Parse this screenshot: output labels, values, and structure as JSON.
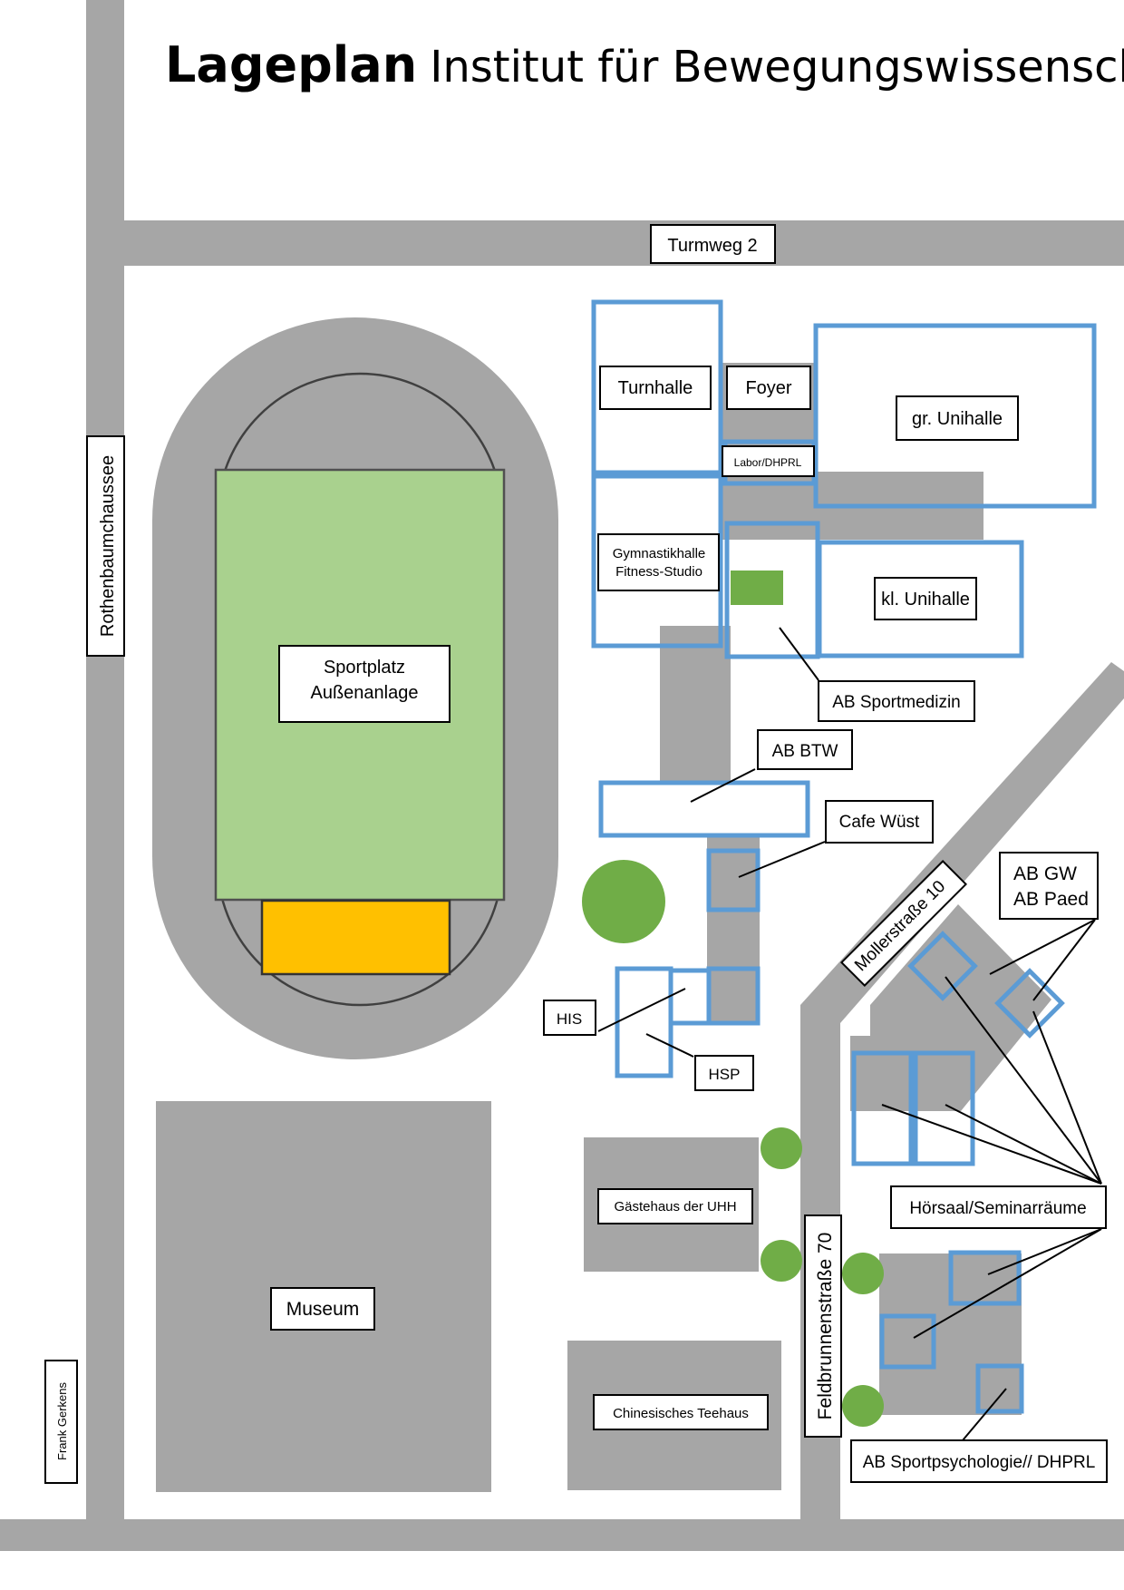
{
  "map": {
    "title_bold": "Lageplan",
    "title_rest": "Institut für Bewegungswissenschaft",
    "streets": {
      "turmweg": "Turmweg 2",
      "rothenbaumchaussee": "Rothenbaumchaussee",
      "mollerstrasse": "Mollerstraße 10",
      "feldbrunnenstrasse": "Feldbrunnenstraße 70"
    },
    "buildings": {
      "turnhalle": "Turnhalle",
      "foyer": "Foyer",
      "gr_unihalle": "gr. Unihalle",
      "labor": "Labor/DHPRL",
      "gymnastik_1": "Gymnastikhalle",
      "gymnastik_2": "Fitness-Studio",
      "kl_unihalle": "kl. Unihalle",
      "ab_sportmedizin": "AB Sportmedizin",
      "ab_btw": "AB BTW",
      "cafe_wuest": "Cafe Wüst",
      "ab_gw": "AB GW",
      "ab_paed": "AB Paed",
      "his": "HIS",
      "hsp": "HSP",
      "sportplatz_1": "Sportplatz",
      "sportplatz_2": "Außenanlage",
      "hoersaal": "Hörsaal/Seminarräume",
      "gaestehaus": "Gästehaus der UHH",
      "museum": "Museum",
      "teehaus": "Chinesisches Teehaus",
      "ab_sportpsychologie": "AB Sportpsychologie// DHPRL"
    },
    "credit": "Frank Gerkens",
    "colors": {
      "road": "#a6a6a6",
      "building_outline": "#5b9bd5",
      "field": "#a9d18e",
      "goal_area": "#ffc000",
      "tree": "#70ad47"
    }
  }
}
